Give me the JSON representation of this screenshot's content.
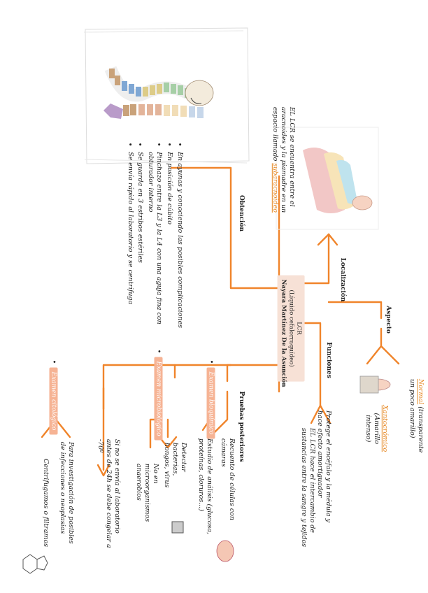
{
  "center": {
    "line1": "LCR",
    "line2": "(Líquido cefalorraquídeo)",
    "line3": "Nayara Martínez De la Asunción"
  },
  "branches": {
    "obtencion": {
      "title": "Obtención",
      "bullets": [
        "En ayunas y conociendo las posibles complicaciones",
        "En posición de cúbito",
        "Pinchazo entre la L3 y la L4 con una aguja fina con obturador interno",
        "Se guarda en 3 estribos estériles",
        "Se envía rápido al laboratorio y se centrifuga"
      ]
    },
    "localizacion": {
      "title": "Localización",
      "text_pre": "EL LCR se encuentra entre el aracnoides y la piamadre en un espacio llamado",
      "text_link": "subaracnoideo"
    },
    "aspecto": {
      "title": "Aspecto",
      "normal_label": "Normal",
      "normal_desc": "(transparente un poco amarillo)",
      "xanto_label": "Xantocrómico",
      "xanto_desc": "(Amarillo intenso)"
    },
    "funciones": {
      "title": "Funciones",
      "items": [
        "Protege el encéfalo y la médula y hace efecto amortiguador",
        "EL LCR hace el intercambio de sustancias entre la sangre y tejidos"
      ]
    },
    "pruebas": {
      "title": "Pruebas posteriores",
      "examenes": [
        {
          "label": "Examen bioquímico",
          "items": [
            "Recuento de células con cámaras",
            "Estudio de análisis (glucosa, proteínas, cloruros...)"
          ]
        },
        {
          "label": "Examen microbiológico",
          "items": [
            "Detectar bacterias, hongos, virus",
            "No en microorganismos anaerobios",
            "Si no se envía al laboratorio antes de 24h se debe congelar a -70º"
          ]
        },
        {
          "label": "Examen citológico",
          "items": [
            "Para investigación de posibles de infecciones o neoplasias",
            "Centrifugamos o filtramos"
          ]
        }
      ]
    }
  },
  "colors": {
    "line": "#f0842a",
    "highlight": "#f6b394",
    "center_bg": "#f7e1d6",
    "link": "#e6861f"
  }
}
